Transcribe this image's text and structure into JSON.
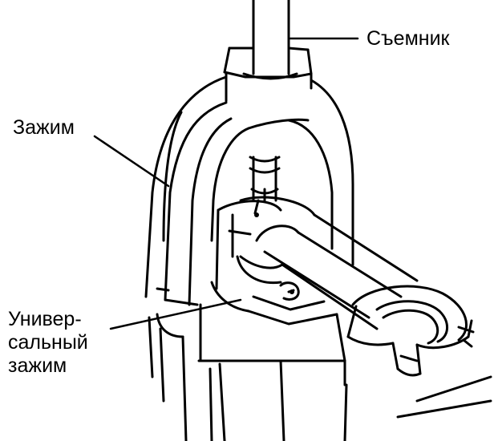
{
  "labels": {
    "puller": "Съемник",
    "clamp": "Зажим",
    "universal_clamp": [
      "Универ-",
      "сальный",
      "зажим"
    ]
  },
  "colors": {
    "ink": "#000000",
    "paper": "#ffffff"
  }
}
